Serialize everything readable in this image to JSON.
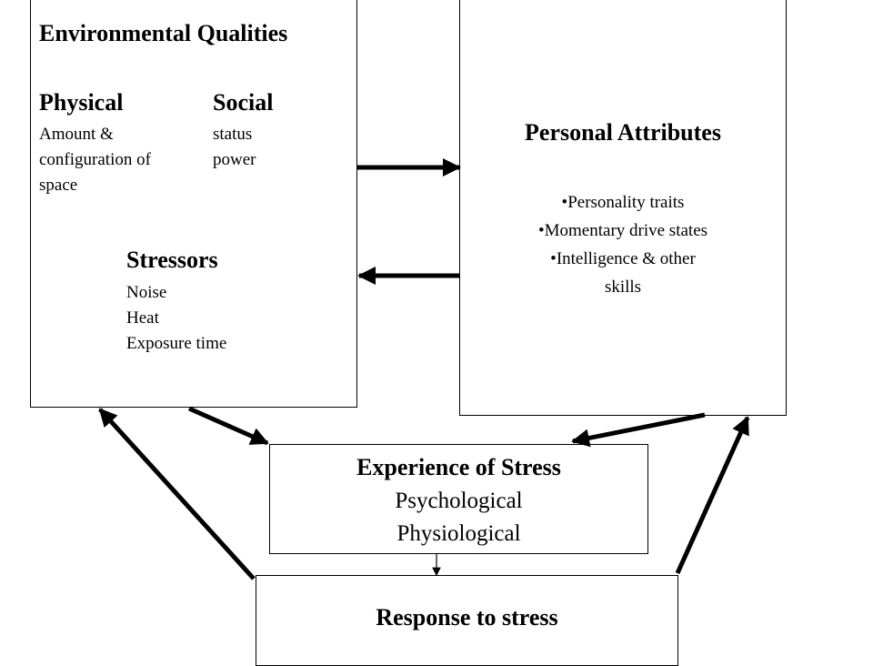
{
  "environmental": {
    "title": "Environmental Qualities",
    "physical": {
      "heading": "Physical",
      "items": [
        "Amount &",
        "configuration of",
        "space"
      ]
    },
    "social": {
      "heading": "Social",
      "items": [
        "status",
        "power"
      ]
    },
    "stressors": {
      "heading": "Stressors",
      "items": [
        "Noise",
        "Heat",
        "Exposure time"
      ]
    }
  },
  "personal": {
    "title": "Personal Attributes",
    "items": [
      "•Personality traits",
      "•Momentary drive states",
      "•Intelligence & other",
      "skills"
    ]
  },
  "experience": {
    "title": "Experience of Stress",
    "items": [
      "Psychological",
      "Physiological"
    ]
  },
  "response": {
    "title": "Response to stress"
  }
}
